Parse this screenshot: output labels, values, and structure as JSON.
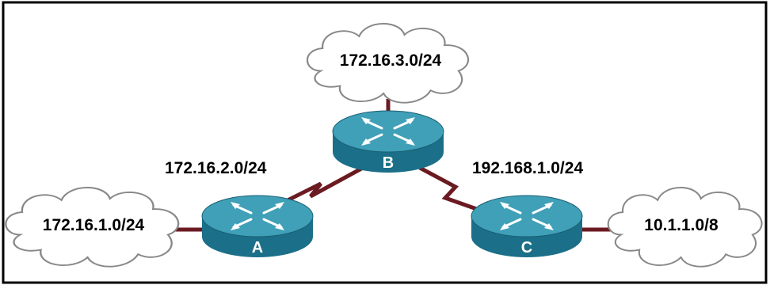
{
  "diagram": {
    "colors": {
      "background": "#ffffff",
      "frame": "#000000",
      "link": "#6b1a22",
      "router_top": "#3fa0b8",
      "router_side": "#1b6f88",
      "cloud_fill": "#ffffff",
      "cloud_stroke": "#888888"
    },
    "clouds": {
      "top": {
        "label": "172.16.3.0/24"
      },
      "left": {
        "label": "172.16.1.0/24"
      },
      "right": {
        "label": "10.1.1.0/8"
      }
    },
    "links": {
      "a_b": {
        "label": "172.16.2.0/24"
      },
      "b_c": {
        "label": "192.168.1.0/24"
      }
    },
    "routers": {
      "a": {
        "label": "A",
        "icon": "router-icon"
      },
      "b": {
        "label": "B",
        "icon": "router-icon"
      },
      "c": {
        "label": "C",
        "icon": "router-icon"
      }
    }
  }
}
